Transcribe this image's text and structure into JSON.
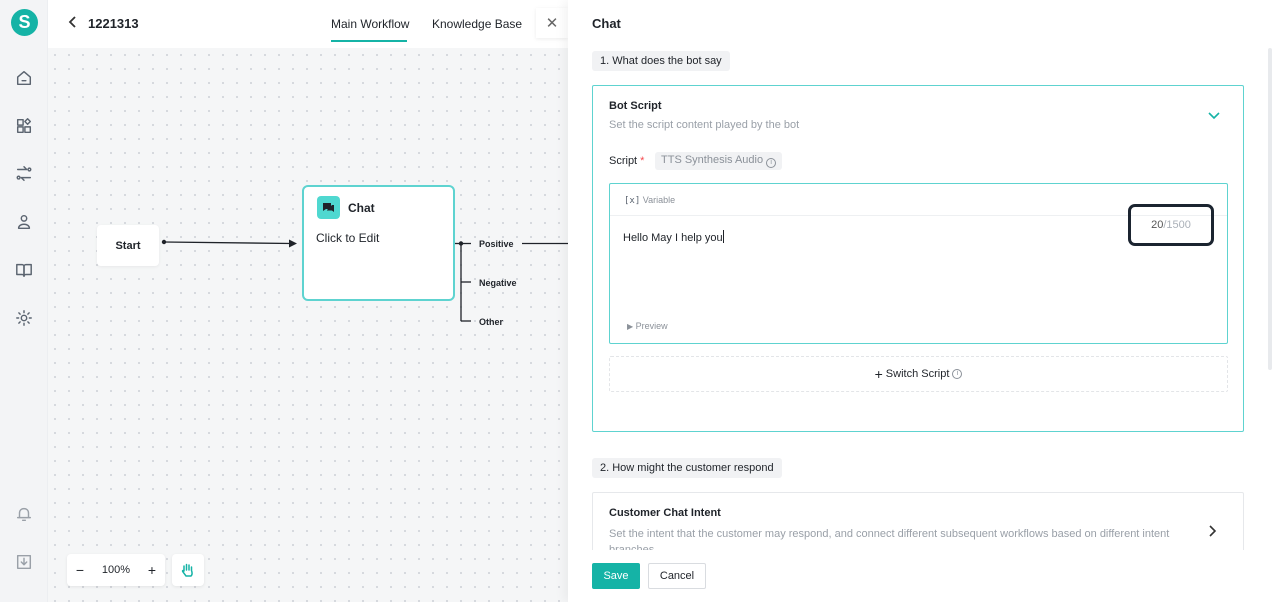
{
  "sidebar": {
    "logo_letter": "S",
    "brand_color": "#15b3a6",
    "icons": [
      "home-icon",
      "apps-icon",
      "flow-icon",
      "user-icon",
      "book-icon",
      "gear-icon",
      "bell-icon",
      "download-icon"
    ]
  },
  "header": {
    "flow_name": "1221313",
    "tabs": [
      {
        "label": "Main Workflow",
        "active": true
      },
      {
        "label": "Knowledge Base",
        "active": false
      }
    ],
    "close_glyph": "✕"
  },
  "canvas": {
    "start_label": "Start",
    "chat_node": {
      "title": "Chat",
      "subtitle": "Click to Edit"
    },
    "branches": [
      "Positive",
      "Negative",
      "Other"
    ],
    "zoom_level": "100%",
    "zoom_out": "−",
    "zoom_in": "+"
  },
  "panel": {
    "title": "Chat",
    "step1": "1. What does the bot say",
    "bot_script": {
      "title": "Bot Script",
      "description": "Set the script content played by the bot",
      "script_label": "Script",
      "required_marker": "*",
      "tts_tag": "TTS Synthesis Audio",
      "variable_label": "Variable",
      "editor_text": "Hello May I help you",
      "preview_label": "Preview",
      "char_count": "20",
      "char_max": "/1500",
      "switch_label": "Switch Script"
    },
    "step2": "2. How might the customer respond",
    "intent": {
      "title": "Customer Chat Intent",
      "description": "Set the intent that the customer may respond, and connect different subsequent workflows based on different intent branches"
    },
    "save_label": "Save",
    "cancel_label": "Cancel"
  }
}
